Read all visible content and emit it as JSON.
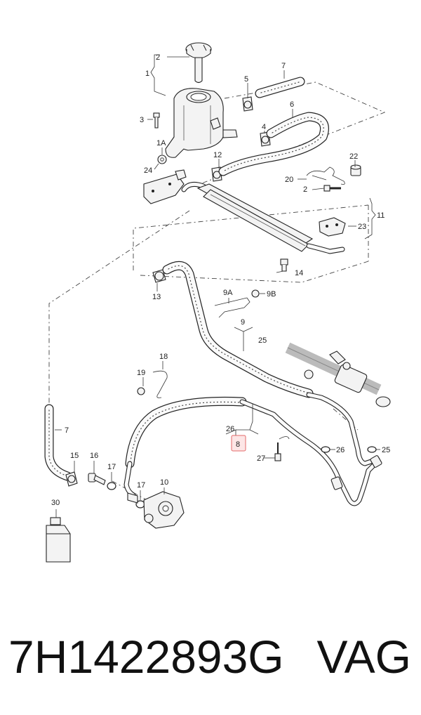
{
  "callouts": {
    "c1": "1",
    "c1a": "1A",
    "c2": "2",
    "c2b": "2",
    "c3": "3",
    "c4": "4",
    "c5": "5",
    "c6": "6",
    "c7": "7",
    "c7b": "7",
    "c8": "8",
    "c9": "9",
    "c9a": "9A",
    "c9b": "9B",
    "c10": "10",
    "c11": "11",
    "c12": "12",
    "c13": "13",
    "c14": "14",
    "c15": "15",
    "c16": "16",
    "c17": "17",
    "c17b": "17",
    "c18": "18",
    "c19": "19",
    "c20": "20",
    "c22": "22",
    "c23": "23",
    "c24": "24",
    "c25": "25",
    "c25b": "25",
    "c26": "26",
    "c26b": "26",
    "c27": "27",
    "c30": "30"
  },
  "footer": {
    "part_number": "7H1422893G",
    "brand": "VAG"
  },
  "highlight_color": "#e46a6a"
}
